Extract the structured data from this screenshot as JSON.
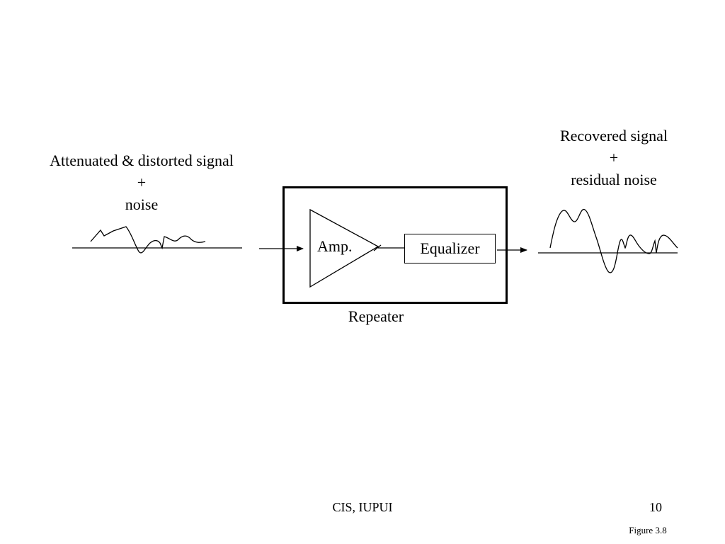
{
  "input": {
    "line1": "Attenuated & distorted signal",
    "line2": "+",
    "line3": "noise"
  },
  "output": {
    "line1": "Recovered signal",
    "line2": "+",
    "line3": "residual noise"
  },
  "repeater": {
    "label": "Repeater",
    "amp_label": "Amp.",
    "equalizer_label": "Equalizer"
  },
  "footer": {
    "center": "CIS, IUPUI",
    "page": "10",
    "figure": "Figure 3.8"
  }
}
